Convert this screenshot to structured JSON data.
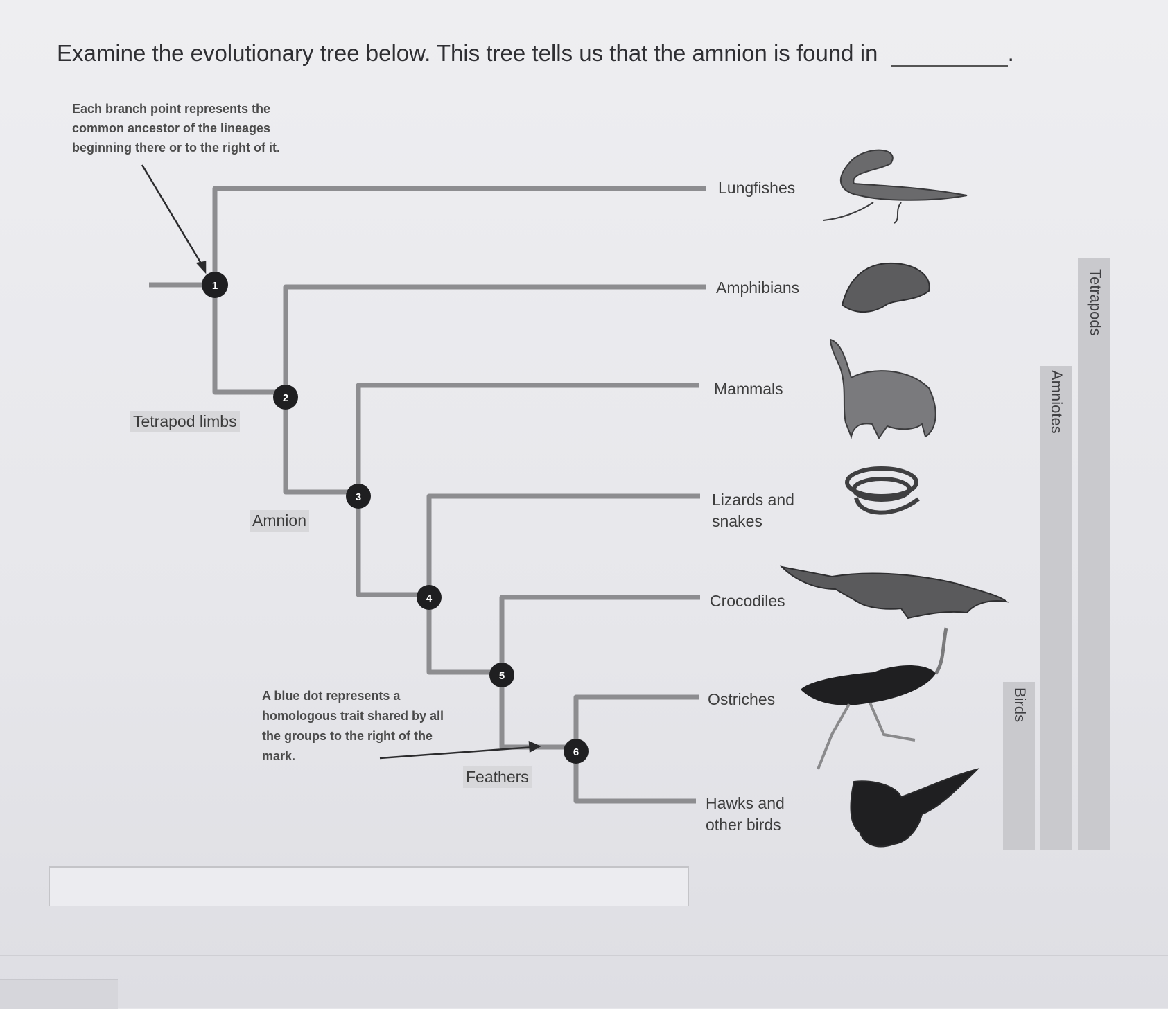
{
  "question": {
    "text": "Examine the evolutionary tree below. This tree tells us that the amnion is found in",
    "end_mark": "."
  },
  "notes": {
    "branch_point": "Each branch point represents the common ancestor of the lineages beginning there or to the right of it.",
    "blue_dot": "A blue dot represents a homologous trait shared by all the groups to the right of the mark."
  },
  "traits": {
    "tetrapod_limbs": "Tetrapod limbs",
    "amnion": "Amnion",
    "feathers": "Feathers"
  },
  "taxa": {
    "lungfishes": "Lungfishes",
    "amphibians": "Amphibians",
    "mammals": "Mammals",
    "lizards": "Lizards and snakes",
    "crocodiles": "Crocodiles",
    "ostriches": "Ostriches",
    "hawks": "Hawks and other birds"
  },
  "nodes": [
    "1",
    "2",
    "3",
    "4",
    "5",
    "6"
  ],
  "groups": {
    "tetrapods": "Tetrapods",
    "amniotes": "Amniotes",
    "birds": "Birds"
  },
  "answer": {
    "value": ""
  },
  "icons": {
    "lungfish": "lungfish-illustration-icon",
    "amphibian": "frog-illustration-icon",
    "mammal": "wolf-illustration-icon",
    "snake": "snake-illustration-icon",
    "crocodile": "crocodile-illustration-icon",
    "ostrich": "ostrich-illustration-icon",
    "hawk": "hawk-illustration-icon"
  },
  "colors": {
    "branch": "#8d8d90",
    "node": "#1f1f21",
    "trait_bg": "#d7d7da"
  }
}
